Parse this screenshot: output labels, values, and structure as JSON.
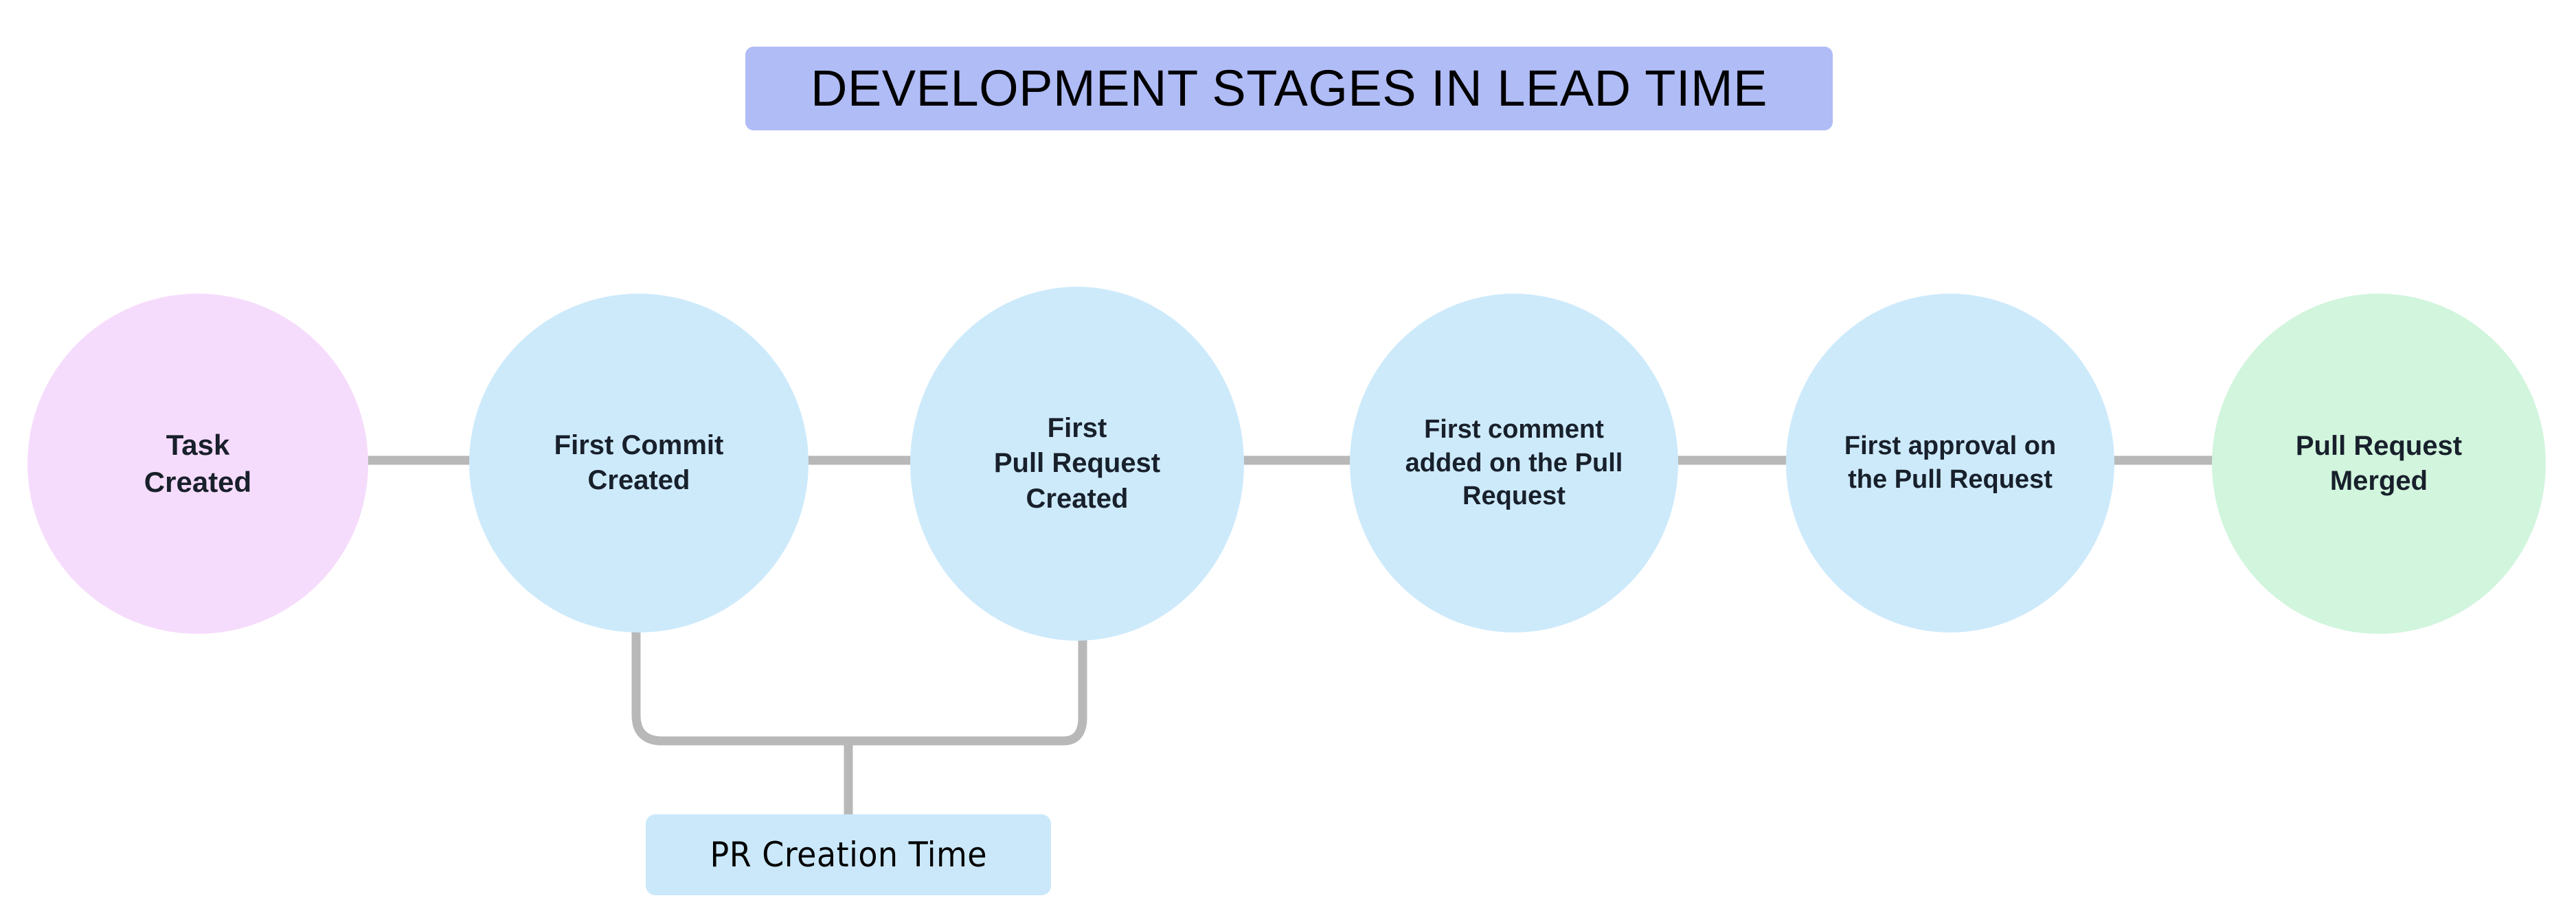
{
  "title": {
    "text": "DEVELOPMENT STAGES IN LEAD TIME",
    "background_color": "#b0bcf6",
    "text_color": "#000000"
  },
  "colors": {
    "start_node": "#f6dcfc",
    "stage_node": "#cdeafb",
    "end_node": "#d1f5dd",
    "connector": "#b8b8b8",
    "annotation_box": "#cae8fa",
    "node_text": "#18202b",
    "canvas": "#ffffff"
  },
  "flow": {
    "nodes": [
      {
        "id": "task-created",
        "label": "Task\nCreated",
        "color": "#f6dcfc"
      },
      {
        "id": "first-commit",
        "label": "First Commit\nCreated",
        "color": "#cdeafb"
      },
      {
        "id": "first-pr",
        "label": "First\nPull Request\nCreated",
        "color": "#cdeafb"
      },
      {
        "id": "first-comment",
        "label": "First comment\nadded on the Pull\nRequest",
        "color": "#cdeafb"
      },
      {
        "id": "first-approval",
        "label": "First approval on\nthe Pull Request",
        "color": "#cdeafb"
      },
      {
        "id": "pr-merged",
        "label": "Pull Request\nMerged",
        "color": "#d1f5dd"
      }
    ],
    "annotations": [
      {
        "id": "pr-creation-time",
        "label": "PR Creation Time",
        "spans_from": "first-commit",
        "spans_to": "first-pr",
        "color": "#cae8fa"
      }
    ]
  }
}
